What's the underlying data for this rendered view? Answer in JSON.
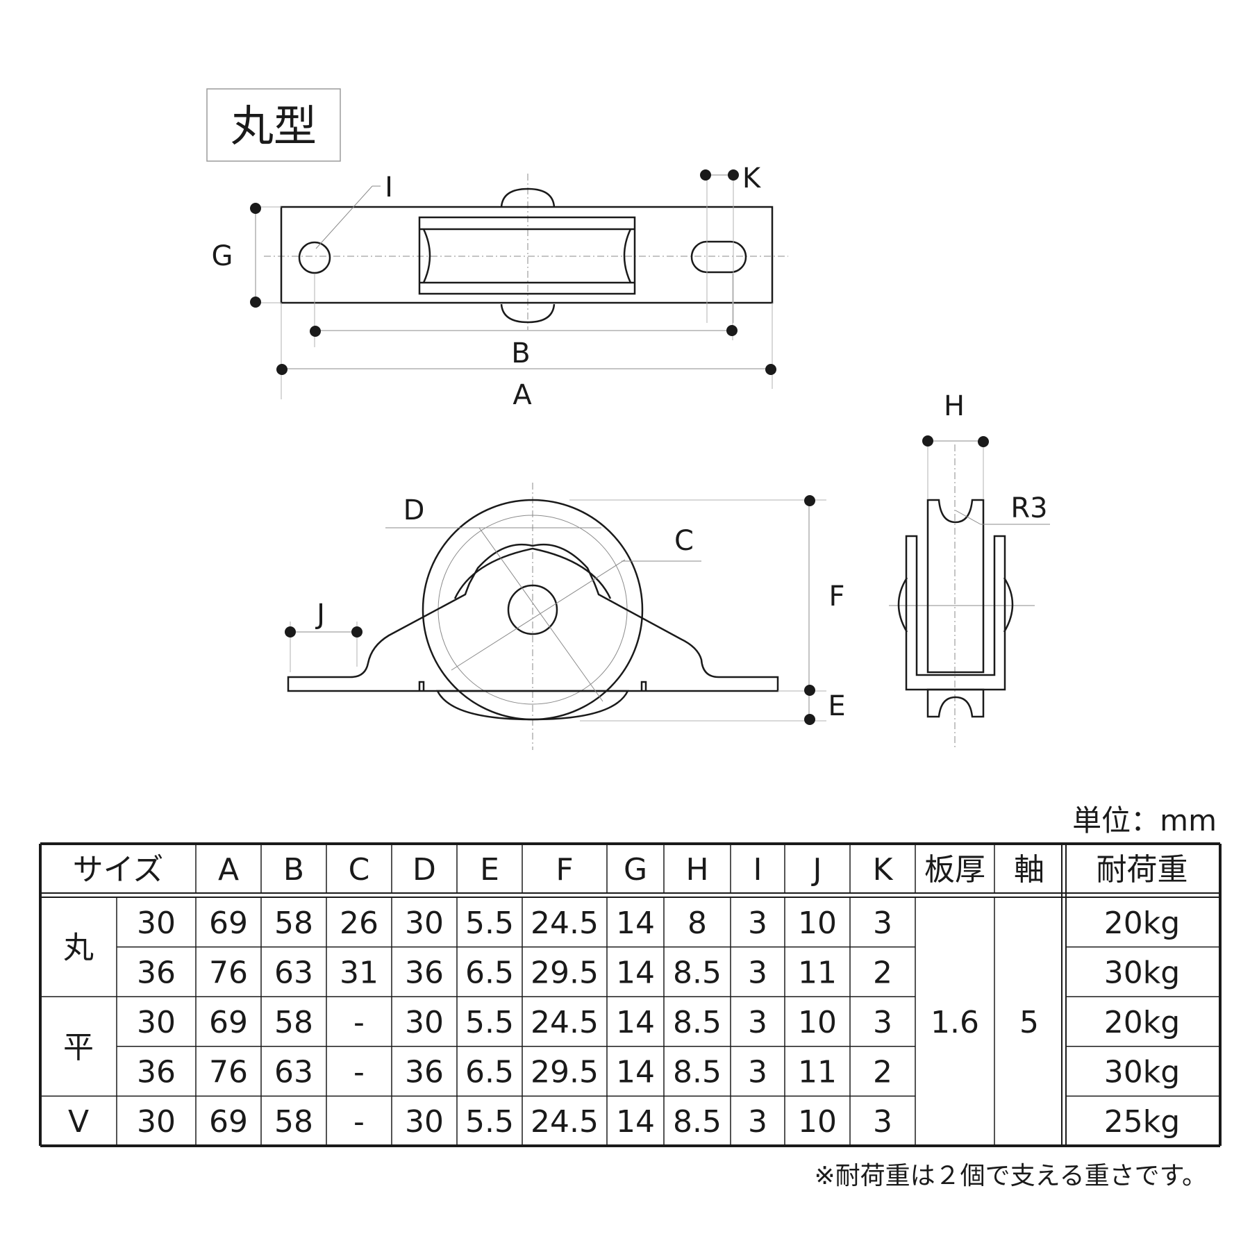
{
  "title": "丸型",
  "unit": "単位：mm",
  "note": "※耐荷重は２個で支える重さです。",
  "dimension_labels": {
    "A": "A",
    "B": "B",
    "C": "C",
    "D": "D",
    "E": "E",
    "F": "F",
    "G": "G",
    "H": "H",
    "I": "I",
    "J": "J",
    "K": "K",
    "R": "R3"
  },
  "table": {
    "headers": [
      "サイズ",
      "A",
      "B",
      "C",
      "D",
      "E",
      "F",
      "G",
      "H",
      "I",
      "J",
      "K",
      "板厚",
      "軸",
      "耐荷重"
    ],
    "groups": [
      {
        "type": "丸",
        "rows": [
          {
            "size": "30",
            "A": "69",
            "B": "58",
            "C": "26",
            "D": "30",
            "E": "5.5",
            "F": "24.5",
            "G": "14",
            "H": "8",
            "I": "3",
            "J": "10",
            "K": "3",
            "load": "20kg"
          },
          {
            "size": "36",
            "A": "76",
            "B": "63",
            "C": "31",
            "D": "36",
            "E": "6.5",
            "F": "29.5",
            "G": "14",
            "H": "8.5",
            "I": "3",
            "J": "11",
            "K": "2",
            "load": "30kg"
          }
        ]
      },
      {
        "type": "平",
        "rows": [
          {
            "size": "30",
            "A": "69",
            "B": "58",
            "C": "-",
            "D": "30",
            "E": "5.5",
            "F": "24.5",
            "G": "14",
            "H": "8.5",
            "I": "3",
            "J": "10",
            "K": "3",
            "load": "20kg"
          },
          {
            "size": "36",
            "A": "76",
            "B": "63",
            "C": "-",
            "D": "36",
            "E": "6.5",
            "F": "29.5",
            "G": "14",
            "H": "8.5",
            "I": "3",
            "J": "11",
            "K": "2",
            "load": "30kg"
          }
        ]
      },
      {
        "type": "V",
        "rows": [
          {
            "size": "30",
            "A": "69",
            "B": "58",
            "C": "-",
            "D": "30",
            "E": "5.5",
            "F": "24.5",
            "G": "14",
            "H": "8.5",
            "I": "3",
            "J": "10",
            "K": "3",
            "load": "25kg"
          }
        ]
      }
    ],
    "plate_thickness": "1.6",
    "axle": "5"
  }
}
